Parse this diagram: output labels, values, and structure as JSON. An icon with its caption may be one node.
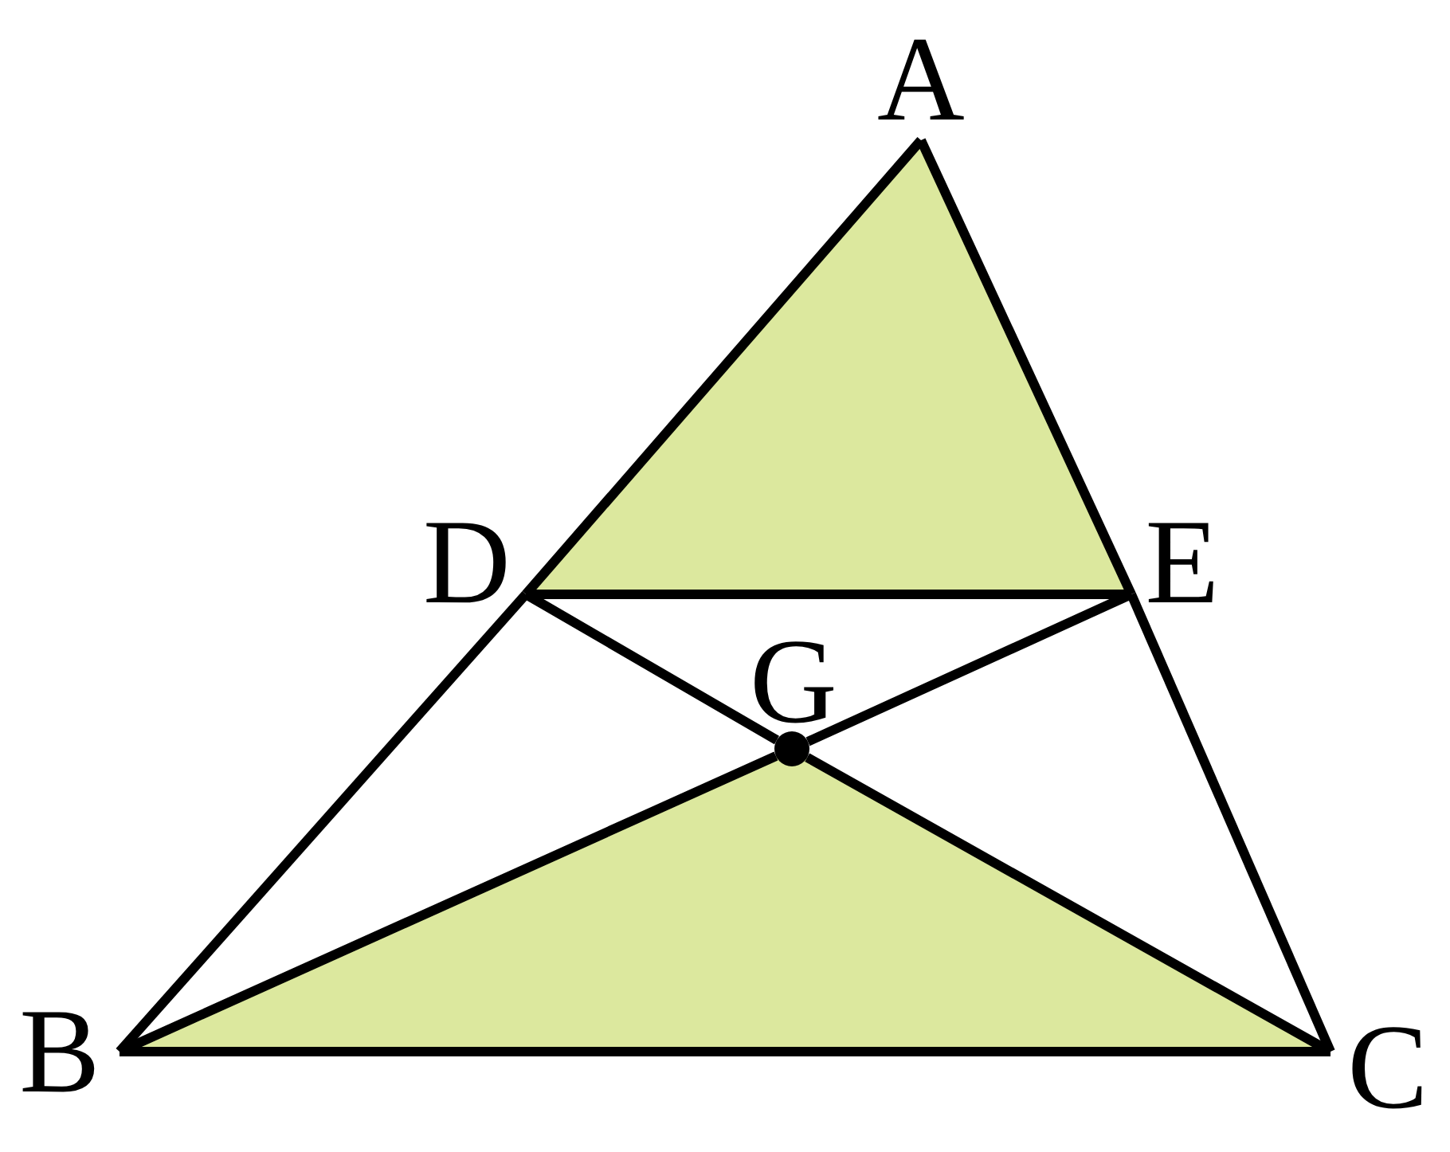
{
  "diagram": {
    "nodes": [
      {
        "text": [
          "A"
        ]
      },
      {
        "text": [
          "D"
        ]
      },
      {
        "text": [
          "E"
        ]
      },
      {
        "text": [
          "G"
        ]
      },
      {
        "text": [
          "B"
        ]
      },
      {
        "text": [
          "C"
        ]
      }
    ],
    "edges": [
      {
        "from": 0,
        "to": 1,
        "arrow": "none"
      },
      {
        "from": 0,
        "to": 2,
        "arrow": "none"
      },
      {
        "from": 1,
        "to": 2,
        "arrow": "none"
      },
      {
        "from": 1,
        "to": 4,
        "arrow": "none"
      },
      {
        "from": 2,
        "to": 5,
        "arrow": "none"
      },
      {
        "from": 1,
        "to": 3,
        "arrow": "none"
      },
      {
        "from": 3,
        "to": 2,
        "arrow": "none"
      },
      {
        "from": 4,
        "to": 3,
        "arrow": "none"
      },
      {
        "from": 3,
        "to": 5,
        "arrow": "none"
      },
      {
        "from": 4,
        "to": 5,
        "arrow": "none"
      }
    ]
  }
}
